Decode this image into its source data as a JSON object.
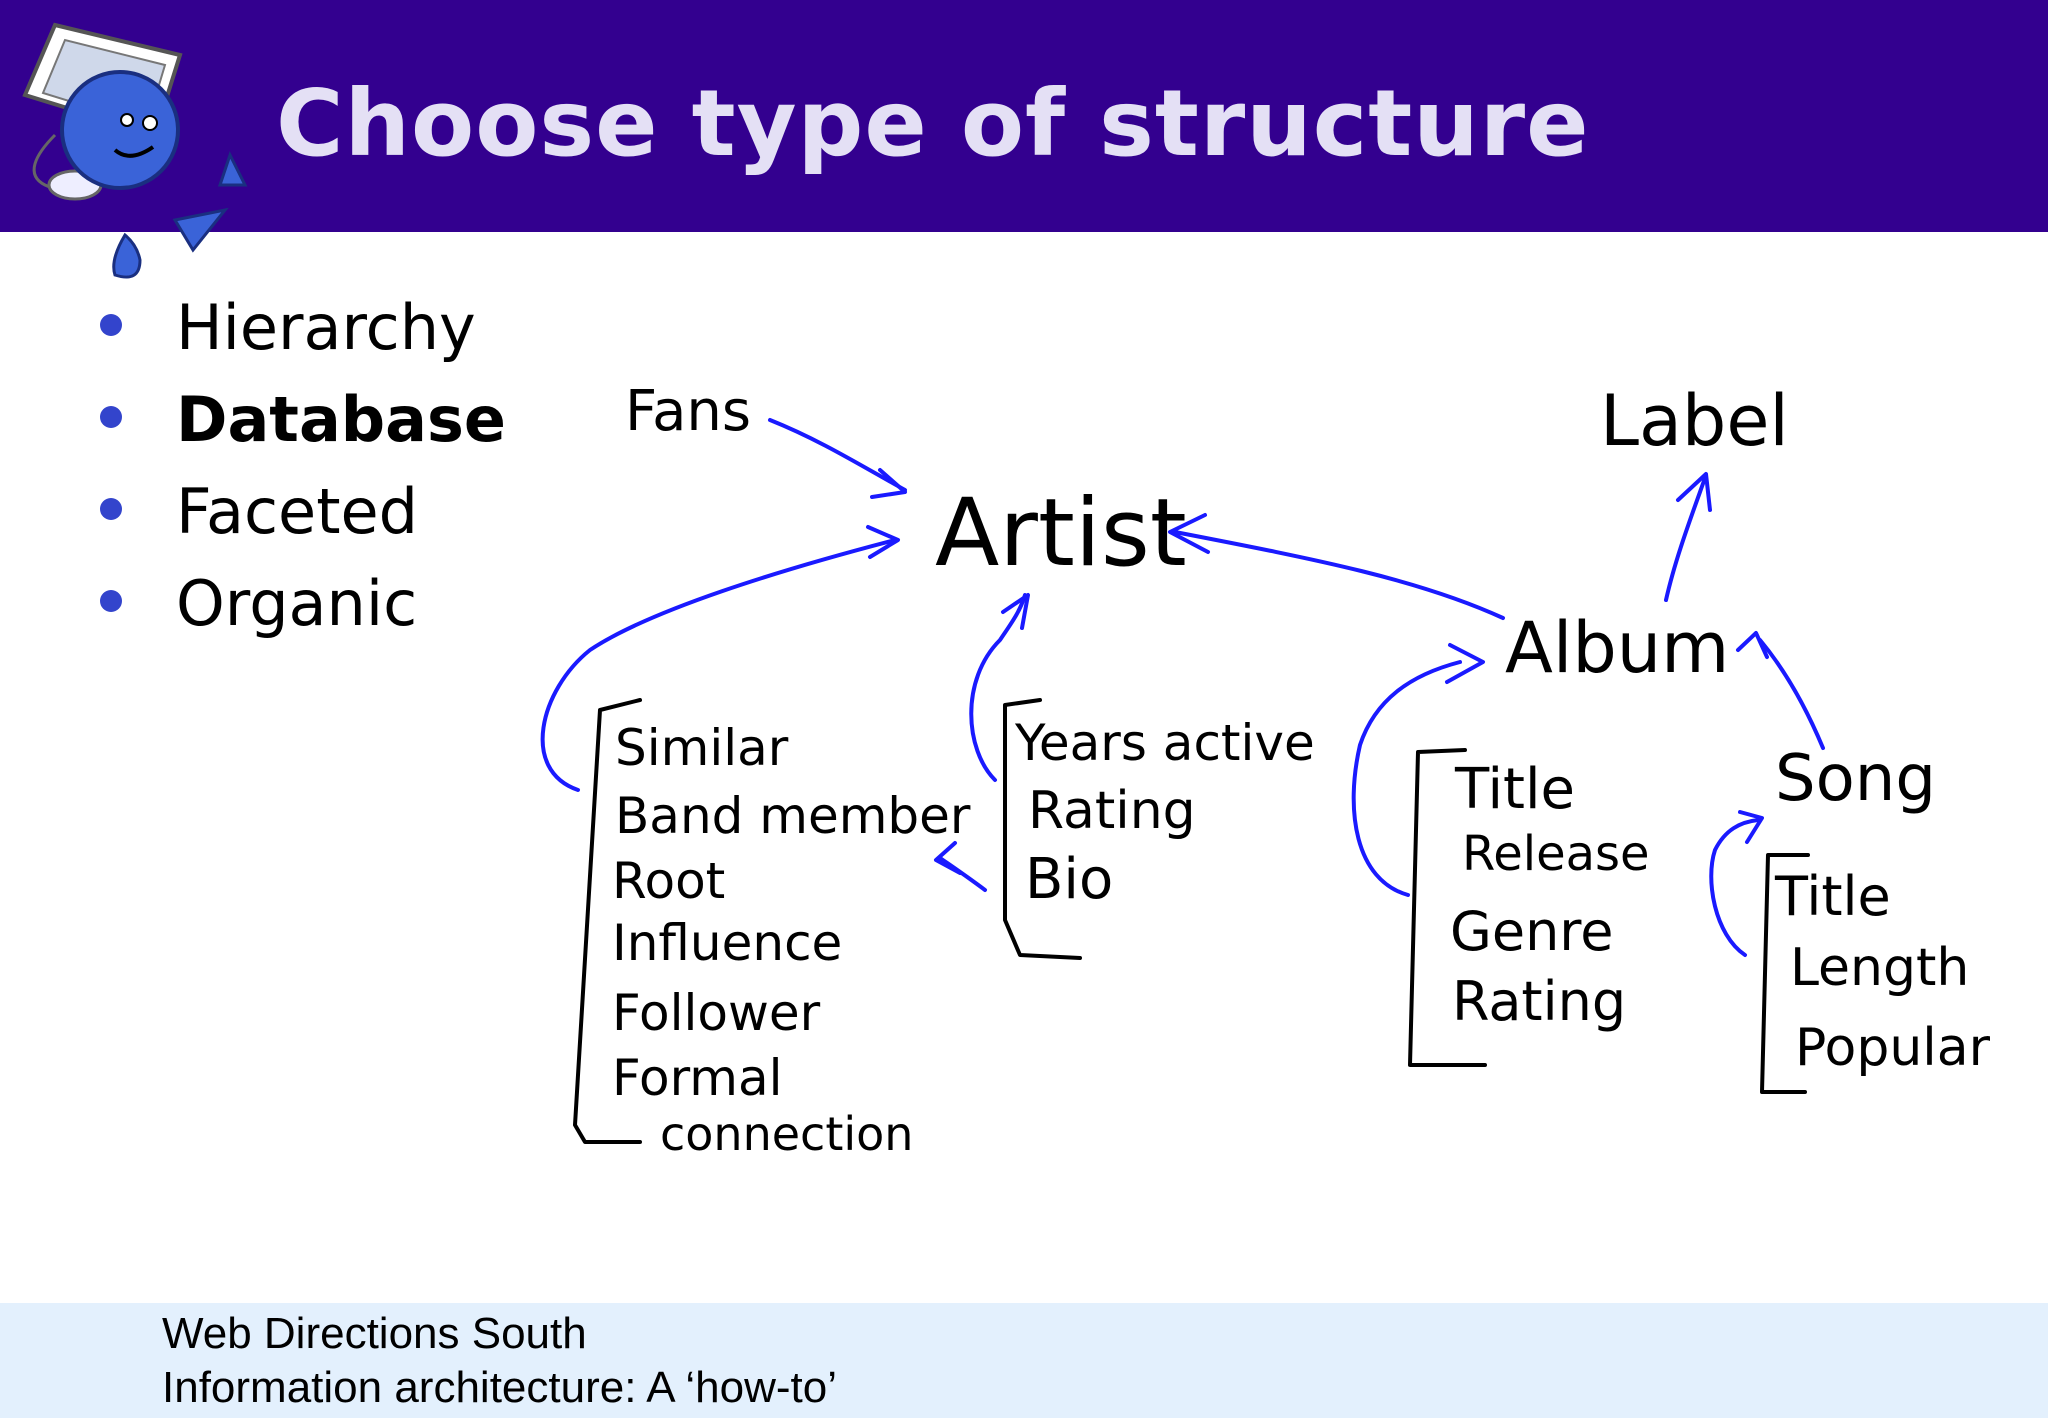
{
  "slide": {
    "title": "Choose type of structure",
    "bullets": [
      {
        "label": "Hierarchy",
        "bold": false
      },
      {
        "label": "Database",
        "bold": true
      },
      {
        "label": "Faceted",
        "bold": false
      },
      {
        "label": "Organic",
        "bold": false
      }
    ]
  },
  "diagram": {
    "fans": "Fans",
    "artist": "Artist",
    "label": "Label",
    "album": "Album",
    "song": "Song",
    "artist_related": [
      "Similar",
      "Band member",
      "Root",
      "Influence",
      "Follower",
      "Formal",
      "connection"
    ],
    "artist_attributes": [
      "Years active",
      "Rating",
      "Bio"
    ],
    "album_attributes": [
      "Title",
      "Release",
      "Genre",
      "Rating"
    ],
    "song_attributes": [
      "Title",
      "Length",
      "Popular"
    ]
  },
  "footer": {
    "line1": "Web Directions South",
    "line2": "Information architecture: A ‘how-to’"
  },
  "colors": {
    "header": "#33008f",
    "title": "#e4e0f5",
    "bullet": "#3344cc",
    "arrow": "#1a1aff",
    "footer": "#e3f0fd"
  }
}
